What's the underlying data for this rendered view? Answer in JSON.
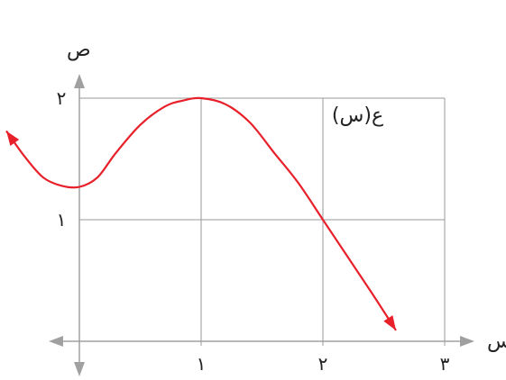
{
  "chart_data": {
    "type": "line",
    "xlabel": "س",
    "ylabel": "ص",
    "xlim": [
      0,
      3
    ],
    "ylim": [
      0,
      2
    ],
    "grid": true,
    "x_ticks": [
      {
        "value": 1,
        "label": "١"
      },
      {
        "value": 2,
        "label": "٢"
      },
      {
        "value": 3,
        "label": "٣"
      }
    ],
    "y_ticks": [
      {
        "value": 1,
        "label": "١"
      },
      {
        "value": 2,
        "label": "٢"
      }
    ],
    "series": [
      {
        "name": "ع(س)",
        "color": "#e8202a",
        "points": [
          [
            -0.6,
            1.73
          ],
          [
            -0.45,
            1.52
          ],
          [
            -0.3,
            1.35
          ],
          [
            -0.15,
            1.28
          ],
          [
            0,
            1.27
          ],
          [
            0.15,
            1.35
          ],
          [
            0.3,
            1.55
          ],
          [
            0.5,
            1.78
          ],
          [
            0.7,
            1.93
          ],
          [
            0.85,
            1.98
          ],
          [
            1,
            2
          ],
          [
            1.2,
            1.95
          ],
          [
            1.4,
            1.8
          ],
          [
            1.6,
            1.55
          ],
          [
            1.8,
            1.3
          ],
          [
            2,
            1
          ],
          [
            2.2,
            0.7
          ],
          [
            2.4,
            0.4
          ],
          [
            2.6,
            0.09
          ]
        ]
      }
    ],
    "annotations": [
      {
        "text": "ع(س)",
        "x": 2.1,
        "y": 1.88
      }
    ]
  }
}
